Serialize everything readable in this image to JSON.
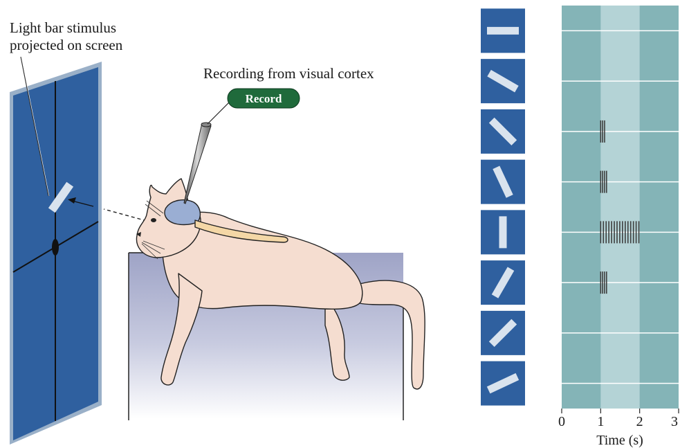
{
  "labels": {
    "stimulus_line1": "Light bar stimulus",
    "stimulus_line2": "projected on screen",
    "recording": "Recording from visual cortex",
    "record_button": "Record"
  },
  "colors": {
    "screen_blue": "#2f609f",
    "screen_frame": "#9ab0c8",
    "light_bar": "#d9e3ee",
    "cat_fur": "#f5ddd0",
    "brain": "#9aaed3",
    "record_green": "#1f6a3b",
    "plot_outer": "#84b4b7",
    "plot_inner": "#b4d3d6",
    "spike": "#3d3d3d"
  },
  "chart_data": {
    "type": "raster",
    "xlabel": "Time (s)",
    "xlim": [
      0,
      3
    ],
    "xticks": [
      0,
      1,
      2,
      3
    ],
    "stimulus_window": [
      1,
      2
    ],
    "rows": [
      {
        "orientation_deg": 0,
        "spikes": []
      },
      {
        "orientation_deg": -30,
        "spikes": []
      },
      {
        "orientation_deg": -45,
        "spikes": [
          1.0,
          1.05,
          1.1
        ]
      },
      {
        "orientation_deg": -65,
        "spikes": [
          1.0,
          1.05,
          1.1,
          1.15
        ]
      },
      {
        "orientation_deg": 90,
        "spikes": [
          1.0,
          1.07,
          1.14,
          1.21,
          1.28,
          1.35,
          1.42,
          1.49,
          1.56,
          1.63,
          1.7,
          1.77,
          1.84,
          1.91,
          1.98
        ]
      },
      {
        "orientation_deg": 60,
        "spikes": [
          1.0,
          1.05,
          1.1,
          1.15
        ]
      },
      {
        "orientation_deg": 45,
        "spikes": []
      },
      {
        "orientation_deg": 25,
        "spikes": []
      }
    ]
  }
}
